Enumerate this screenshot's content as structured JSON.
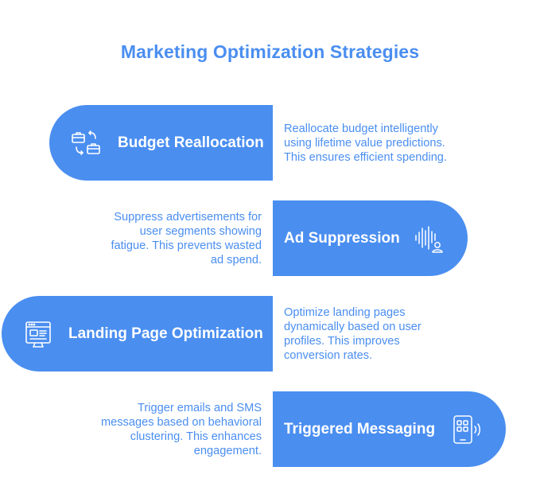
{
  "title": "Marketing Optimization Strategies",
  "colors": {
    "accent": "#4a8ef0",
    "background": "#ffffff"
  },
  "strategies": [
    {
      "label": "Budget Reallocation",
      "icon": "briefcase-exchange-icon",
      "description": "Reallocate budget intelligently using lifetime value predictions. This ensures efficient spending."
    },
    {
      "label": "Ad Suppression",
      "icon": "audio-wave-user-icon",
      "description": "Suppress advertisements for user segments showing fatigue. This prevents wasted ad spend."
    },
    {
      "label": "Landing Page Optimization",
      "icon": "browser-window-icon",
      "description": "Optimize landing pages dynamically based on user profiles. This improves conversion rates."
    },
    {
      "label": "Triggered Messaging",
      "icon": "smartphone-signal-icon",
      "description": "Trigger emails and SMS messages based on behavioral clustering. This enhances engagement."
    }
  ]
}
